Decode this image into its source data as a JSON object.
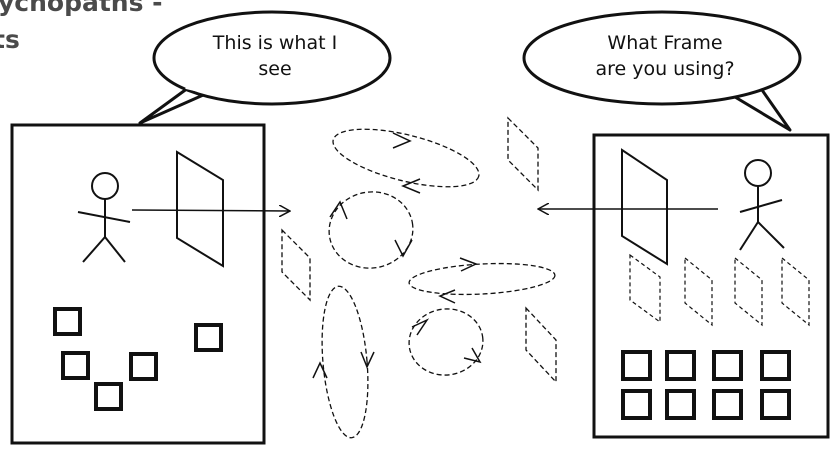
{
  "heading": {
    "line1": "ychopaths  -",
    "line2": "ts"
  },
  "bubbles": {
    "left": {
      "line1": "This is what I",
      "line2": "see"
    },
    "right": {
      "line1": "What Frame",
      "line2": "are you using?"
    }
  },
  "colors": {
    "ink": "#111111",
    "heading_text": "#4a4a4a",
    "background": "#ffffff"
  },
  "icons": [
    "stick-figure-icon",
    "frame-icon",
    "arrow-icon",
    "square-icon"
  ]
}
